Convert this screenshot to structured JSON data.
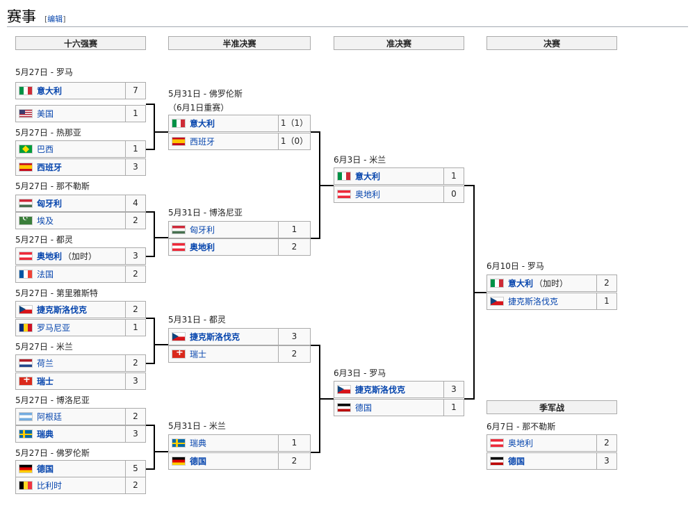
{
  "heading": "赛事",
  "edit": {
    "open": "[",
    "label": "编辑",
    "close": "]"
  },
  "rounds": {
    "r16": "十六强赛",
    "qf": "半准决赛",
    "sf": "准决赛",
    "final": "决赛",
    "third": "季军战"
  },
  "matches": {
    "r16_1": {
      "date": "5月27日 - 罗马",
      "t1": {
        "name": "意大利",
        "score": "7",
        "flag": "ita"
      },
      "t2": {
        "name": "美国",
        "score": "1",
        "flag": "usa"
      }
    },
    "r16_2": {
      "date": "5月27日 - 热那亚",
      "t1": {
        "name": "巴西",
        "score": "1",
        "flag": "bra"
      },
      "t2": {
        "name": "西班牙",
        "score": "3",
        "flag": "esp"
      }
    },
    "r16_3": {
      "date": "5月27日 - 那不勒斯",
      "t1": {
        "name": "匈牙利",
        "score": "4",
        "flag": "hun"
      },
      "t2": {
        "name": "埃及",
        "score": "2",
        "flag": "egy"
      }
    },
    "r16_4": {
      "date": "5月27日 - 都灵",
      "t1": {
        "name": "奥地利",
        "note": "（加时）",
        "score": "3",
        "flag": "aut"
      },
      "t2": {
        "name": "法国",
        "score": "2",
        "flag": "fra"
      }
    },
    "r16_5": {
      "date": "5月27日 - 第里雅斯特",
      "t1": {
        "name": "捷克斯洛伐克",
        "score": "2",
        "flag": "tch"
      },
      "t2": {
        "name": "罗马尼亚",
        "score": "1",
        "flag": "rou"
      }
    },
    "r16_6": {
      "date": "5月27日 - 米兰",
      "t1": {
        "name": "荷兰",
        "score": "2",
        "flag": "ned"
      },
      "t2": {
        "name": "瑞士",
        "score": "3",
        "flag": "sui"
      }
    },
    "r16_7": {
      "date": "5月27日 - 博洛尼亚",
      "t1": {
        "name": "阿根廷",
        "score": "2",
        "flag": "arg"
      },
      "t2": {
        "name": "瑞典",
        "score": "3",
        "flag": "swe"
      }
    },
    "r16_8": {
      "date": "5月27日 - 佛罗伦斯",
      "t1": {
        "name": "德国",
        "score": "5",
        "flag": "ger"
      },
      "t2": {
        "name": "比利时",
        "score": "2",
        "flag": "bel"
      }
    },
    "qf_1": {
      "date": "5月31日 - 佛罗伦斯",
      "date2": "（6月1日重赛）",
      "t1": {
        "name": "意大利",
        "score": "1（1）",
        "flag": "ita"
      },
      "t2": {
        "name": "西班牙",
        "score": "1（0）",
        "flag": "esp"
      }
    },
    "qf_2": {
      "date": "5月31日 - 博洛尼亚",
      "t1": {
        "name": "匈牙利",
        "score": "1",
        "flag": "hun"
      },
      "t2": {
        "name": "奥地利",
        "score": "2",
        "flag": "aut"
      }
    },
    "qf_3": {
      "date": "5月31日 - 都灵",
      "t1": {
        "name": "捷克斯洛伐克",
        "score": "3",
        "flag": "tch"
      },
      "t2": {
        "name": "瑞士",
        "score": "2",
        "flag": "sui"
      }
    },
    "qf_4": {
      "date": "5月31日 - 米兰",
      "t1": {
        "name": "瑞典",
        "score": "1",
        "flag": "swe"
      },
      "t2": {
        "name": "德国",
        "score": "2",
        "flag": "ger"
      }
    },
    "sf_1": {
      "date": "6月3日 - 米兰",
      "t1": {
        "name": "意大利",
        "score": "1",
        "flag": "ita"
      },
      "t2": {
        "name": "奥地利",
        "score": "0",
        "flag": "aut"
      }
    },
    "sf_2": {
      "date": "6月3日 - 罗马",
      "t1": {
        "name": "捷克斯洛伐克",
        "score": "3",
        "flag": "tch"
      },
      "t2": {
        "name": "德国",
        "score": "1",
        "flag": "ger-dr"
      }
    },
    "final": {
      "date": "6月10日 - 罗马",
      "t1": {
        "name": "意大利",
        "note": "（加时）",
        "score": "2",
        "flag": "ita"
      },
      "t2": {
        "name": "捷克斯洛伐克",
        "score": "1",
        "flag": "tch"
      }
    },
    "third": {
      "date": "6月7日 - 那不勒斯",
      "t1": {
        "name": "奥地利",
        "score": "2",
        "flag": "aut"
      },
      "t2": {
        "name": "德国",
        "score": "3",
        "flag": "ger-dr"
      }
    }
  }
}
